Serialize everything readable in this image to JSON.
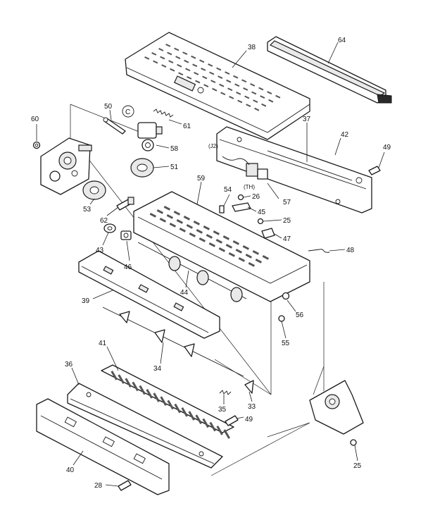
{
  "labels": {
    "p64": "64",
    "p38": "38",
    "p50": "50",
    "p60": "60",
    "pC": "C",
    "p61": "61",
    "p58": "58",
    "p51": "51",
    "p37": "37",
    "p42": "42",
    "p49a": "49",
    "pJ2": "(J2)",
    "pTH": "(TH)",
    "p54": "54",
    "p26": "26",
    "p57": "57",
    "p59": "59",
    "p45": "45",
    "p25a": "25",
    "p53": "53",
    "p62": "62",
    "p47": "47",
    "p43": "43",
    "p46": "46",
    "p48": "48",
    "p44": "44",
    "p39": "39",
    "p56": "56",
    "p55": "55",
    "p41": "41",
    "p34": "34",
    "p36": "36",
    "p35": "35",
    "p33": "33",
    "p49b": "49",
    "p40": "40",
    "p25b": "25",
    "p28": "28"
  }
}
